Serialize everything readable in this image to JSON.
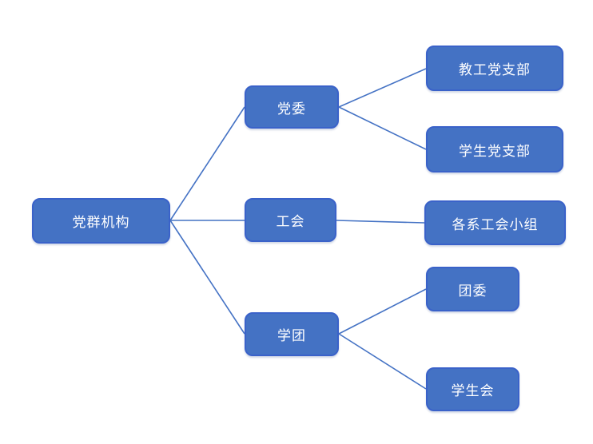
{
  "diagram": {
    "type": "org-hierarchy",
    "orientation": "horizontal-left-to-right",
    "nodes": [
      {
        "id": "dangqunjigou",
        "label": "党群机构",
        "level": 1,
        "parent": null
      },
      {
        "id": "dangwei",
        "label": "党委",
        "level": 2,
        "parent": "dangqunjigou"
      },
      {
        "id": "gonghui",
        "label": "工会",
        "level": 2,
        "parent": "dangqunjigou"
      },
      {
        "id": "xuetuan",
        "label": "学团",
        "level": 2,
        "parent": "dangqunjigou"
      },
      {
        "id": "jiaogongdangzhibu",
        "label": "教工党支部",
        "level": 3,
        "parent": "dangwei"
      },
      {
        "id": "xueshengdangzhibu",
        "label": "学生党支部",
        "level": 3,
        "parent": "dangwei"
      },
      {
        "id": "gexigonghuixiaozu",
        "label": "各系工会小组",
        "level": 3,
        "parent": "gonghui"
      },
      {
        "id": "tuanwei",
        "label": "团委",
        "level": 3,
        "parent": "xuetuan"
      },
      {
        "id": "xueshenghui",
        "label": "学生会",
        "level": 3,
        "parent": "xuetuan"
      }
    ],
    "edges": [
      {
        "from": "党群机构",
        "to": "党委"
      },
      {
        "from": "党群机构",
        "to": "工会"
      },
      {
        "from": "党群机构",
        "to": "学团"
      },
      {
        "from": "党委",
        "to": "教工党支部"
      },
      {
        "from": "党委",
        "to": "学生党支部"
      },
      {
        "from": "工会",
        "to": "各系工会小组"
      },
      {
        "from": "学团",
        "to": "团委"
      },
      {
        "from": "学团",
        "to": "学生会"
      }
    ],
    "colors": {
      "node_fill": "#4472C4",
      "node_border": "#3A62C9",
      "connector": "#4472C4",
      "node_text": "#FFFFFF",
      "background": "#FFFFFF"
    }
  }
}
